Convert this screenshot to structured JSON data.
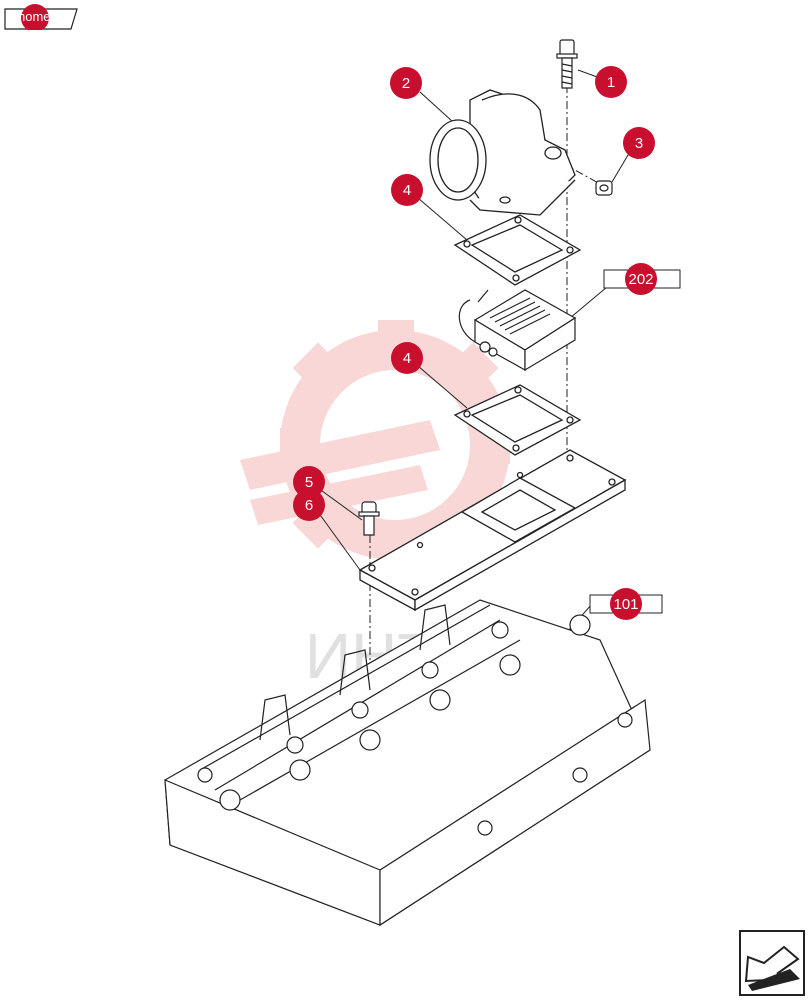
{
  "nav": {
    "home_label": "home",
    "next_icon": "arrow-next-icon"
  },
  "colors": {
    "callout": "#c8102e",
    "line": "#222222",
    "watermark": "#f5c0c0"
  },
  "watermark": {
    "text": "ИНТЕХ"
  },
  "callouts": [
    {
      "id": "c1",
      "label": "1"
    },
    {
      "id": "c2",
      "label": "2"
    },
    {
      "id": "c3",
      "label": "3"
    },
    {
      "id": "c4a",
      "label": "4"
    },
    {
      "id": "c4b",
      "label": "4"
    },
    {
      "id": "c5",
      "label": "5"
    },
    {
      "id": "c6",
      "label": "6"
    }
  ],
  "references": [
    {
      "id": "r202",
      "label": "202"
    },
    {
      "id": "r101",
      "label": "101"
    }
  ]
}
